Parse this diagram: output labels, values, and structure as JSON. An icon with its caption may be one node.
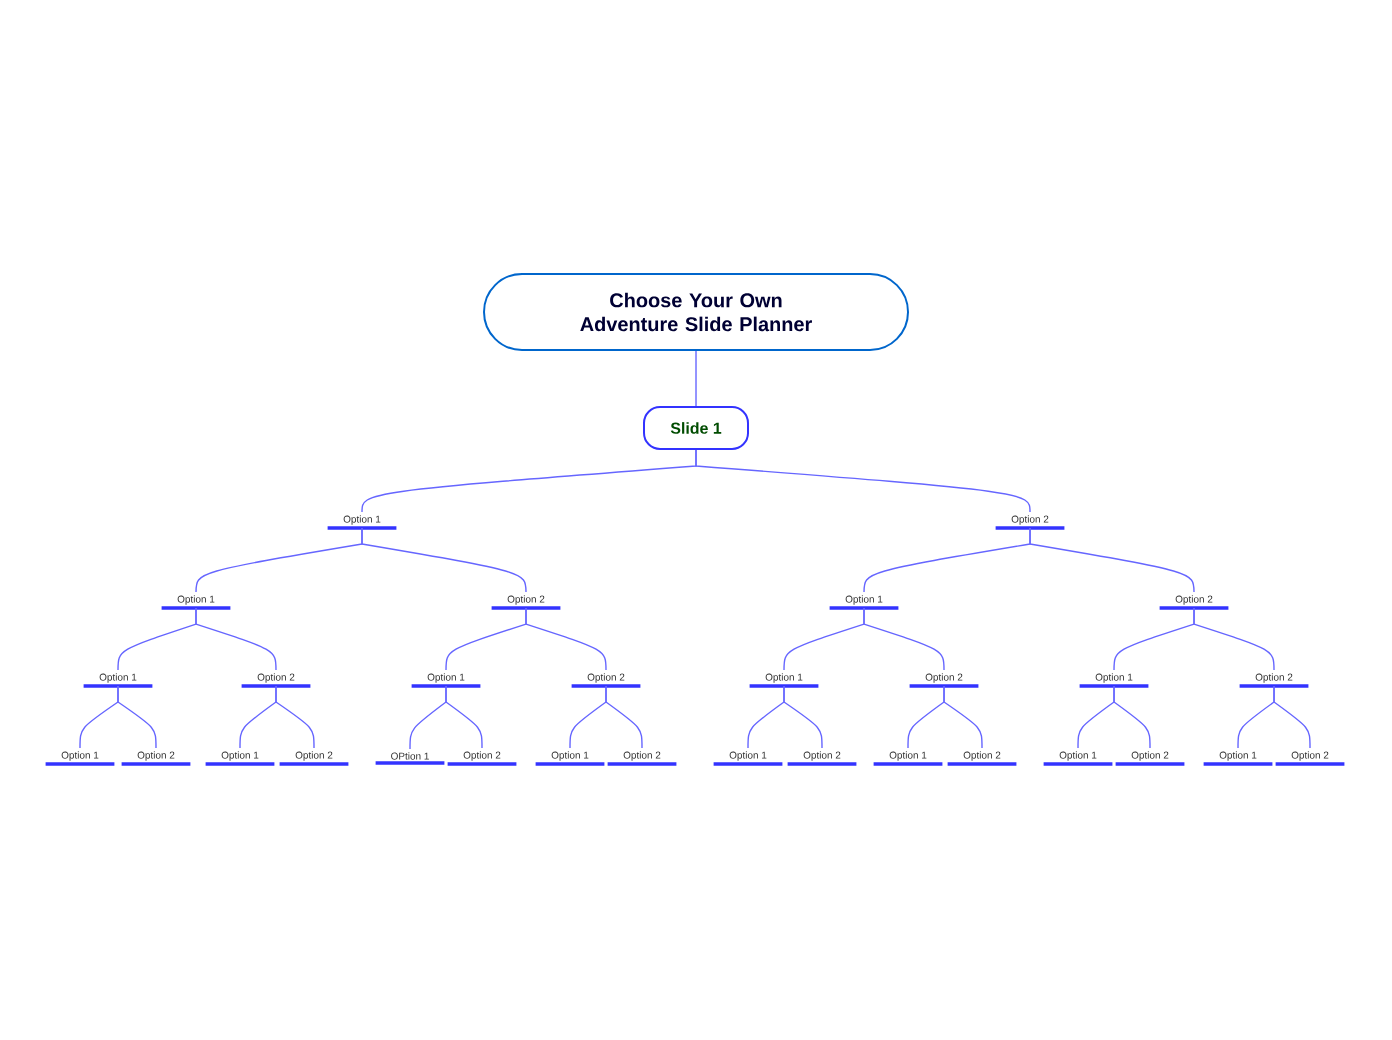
{
  "diagram": {
    "nodes": [
      {
        "text": [
          "Choose Your Own Adventure Slide Planner"
        ]
      },
      {
        "text": [
          "Slide 1"
        ]
      },
      {
        "text": [
          "Option 1"
        ]
      },
      {
        "text": [
          "Option 2"
        ]
      },
      {
        "text": [
          "Option 1"
        ]
      },
      {
        "text": [
          "Option 2"
        ]
      },
      {
        "text": [
          "Option 1"
        ]
      },
      {
        "text": [
          "Option 2"
        ]
      },
      {
        "text": [
          "Option 1"
        ]
      },
      {
        "text": [
          "Option 2"
        ]
      },
      {
        "text": [
          "Option 1"
        ]
      },
      {
        "text": [
          "Option 2"
        ]
      },
      {
        "text": [
          "Option 1"
        ]
      },
      {
        "text": [
          "Option 2"
        ]
      },
      {
        "text": [
          "Option 1"
        ]
      },
      {
        "text": [
          "Option 2"
        ]
      },
      {
        "text": [
          "Option 1"
        ]
      },
      {
        "text": [
          "Option 2"
        ]
      },
      {
        "text": [
          "Option 1"
        ]
      },
      {
        "text": [
          "Option 2"
        ]
      },
      {
        "text": [
          "OPtion 1"
        ]
      },
      {
        "text": [
          "Option 2"
        ]
      },
      {
        "text": [
          "Option 1"
        ]
      },
      {
        "text": [
          "Option 2"
        ]
      },
      {
        "text": [
          "Option 1"
        ]
      },
      {
        "text": [
          "Option 2"
        ]
      },
      {
        "text": [
          "Option 1"
        ]
      },
      {
        "text": [
          "Option 2"
        ]
      },
      {
        "text": [
          "Option 1"
        ]
      },
      {
        "text": [
          "Option 2"
        ]
      },
      {
        "text": [
          "Option 1"
        ]
      },
      {
        "text": [
          "Option 2"
        ]
      }
    ],
    "edges": [
      {
        "from": 0,
        "to": 1,
        "arrow": "none"
      },
      {
        "from": 1,
        "to": 2,
        "arrow": "none"
      },
      {
        "from": 1,
        "to": 3,
        "arrow": "none"
      },
      {
        "from": 2,
        "to": 4,
        "arrow": "none"
      },
      {
        "from": 2,
        "to": 5,
        "arrow": "none"
      },
      {
        "from": 3,
        "to": 6,
        "arrow": "none"
      },
      {
        "from": 3,
        "to": 7,
        "arrow": "none"
      },
      {
        "from": 4,
        "to": 8,
        "arrow": "none"
      },
      {
        "from": 4,
        "to": 9,
        "arrow": "none"
      },
      {
        "from": 5,
        "to": 10,
        "arrow": "none"
      },
      {
        "from": 5,
        "to": 11,
        "arrow": "none"
      },
      {
        "from": 6,
        "to": 12,
        "arrow": "none"
      },
      {
        "from": 6,
        "to": 13,
        "arrow": "none"
      },
      {
        "from": 7,
        "to": 14,
        "arrow": "none"
      },
      {
        "from": 7,
        "to": 15,
        "arrow": "none"
      },
      {
        "from": 8,
        "to": 16,
        "arrow": "none"
      },
      {
        "from": 8,
        "to": 17,
        "arrow": "none"
      },
      {
        "from": 9,
        "to": 18,
        "arrow": "none"
      },
      {
        "from": 9,
        "to": 19,
        "arrow": "none"
      },
      {
        "from": 10,
        "to": 20,
        "arrow": "none"
      },
      {
        "from": 10,
        "to": 21,
        "arrow": "none"
      },
      {
        "from": 11,
        "to": 22,
        "arrow": "none"
      },
      {
        "from": 11,
        "to": 23,
        "arrow": "none"
      },
      {
        "from": 12,
        "to": 24,
        "arrow": "none"
      },
      {
        "from": 12,
        "to": 25,
        "arrow": "none"
      },
      {
        "from": 13,
        "to": 26,
        "arrow": "none"
      },
      {
        "from": 13,
        "to": 27,
        "arrow": "none"
      },
      {
        "from": 14,
        "to": 28,
        "arrow": "none"
      },
      {
        "from": 14,
        "to": 29,
        "arrow": "none"
      },
      {
        "from": 15,
        "to": 30,
        "arrow": "none"
      },
      {
        "from": 15,
        "to": 31,
        "arrow": "none"
      }
    ]
  }
}
